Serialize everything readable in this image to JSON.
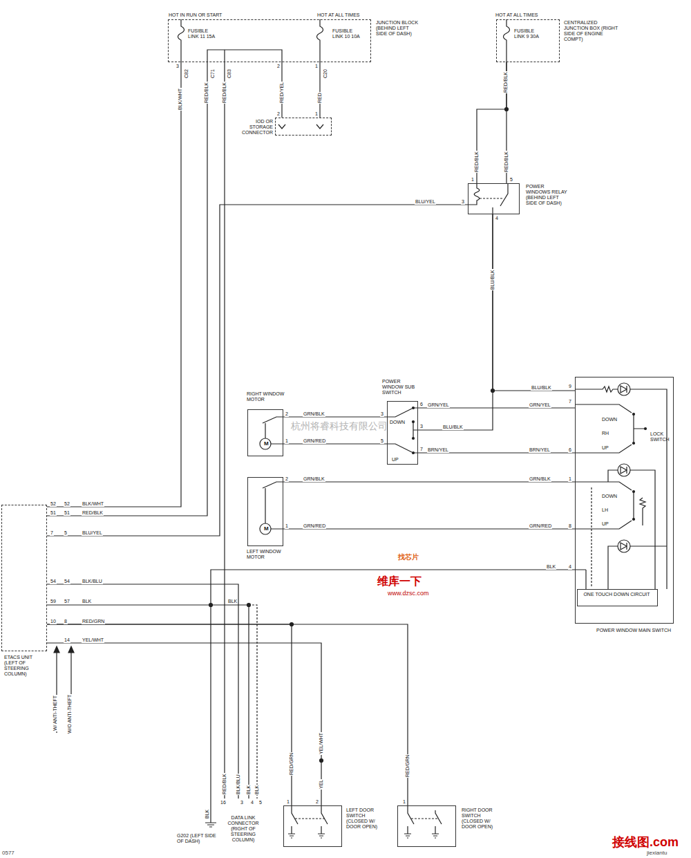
{
  "diagram": {
    "nodes": [
      {
        "text": [
          "HOT IN RUN OR START",
          "FUSIBLE LINK 11 15A",
          "HOT AT ALL TIMES",
          "FUSIBLE LINK 10 10A",
          "JUNCTION BLOCK (BEHIND LEFT SIDE OF DASH)"
        ]
      },
      {
        "text": [
          "IOD OR STORAGE CONNECTOR"
        ]
      },
      {
        "text": [
          "HOT AT ALL TIMES",
          "FUSIBLE LINK 9 30A",
          "CENTRALIZED JUNCTION BOX (RIGHT SIDE OF ENGINE COMPT)"
        ]
      },
      {
        "text": [
          "POWER WINDOWS RELAY (BEHIND LEFT SIDE OF DASH)"
        ]
      },
      {
        "text": [
          "RIGHT WINDOW MOTOR"
        ]
      },
      {
        "text": [
          "POWER WINDOW SUB SWITCH",
          "DOWN",
          "UP"
        ]
      },
      {
        "text": [
          "LEFT WINDOW MOTOR"
        ]
      },
      {
        "text": [
          "POWER WINDOW MAIN SWITCH",
          "DOWN",
          "RH",
          "UP",
          "LOCK SWITCH",
          "DOWN",
          "LH",
          "UP"
        ]
      },
      {
        "text": [
          "ONE TOUCH DOWN CIRCUIT"
        ],
        "in": 7
      },
      {
        "text": [
          "ETACS UNIT (LEFT OF STEERING COLUMN)"
        ]
      },
      {
        "text": [
          "DATA LINK CONNECTOR (RIGHT OF STEERING COLUMN)"
        ]
      },
      {
        "text": [
          "LEFT DOOR SWITCH (CLOSED W/ DOOR OPEN)"
        ]
      },
      {
        "text": [
          "RIGHT DOOR SWITCH (CLOSED W/ DOOR OPEN)"
        ]
      }
    ],
    "edges": [
      {
        "from": 0,
        "to": 9,
        "label": "BLK/WHT",
        "arrow": "none"
      },
      {
        "from": 0,
        "to": 9,
        "label": "RED/BLK",
        "arrow": "none"
      },
      {
        "from": 0,
        "to": 10,
        "label": "RED/BLK",
        "arrow": "none"
      },
      {
        "from": 0,
        "to": 1,
        "label": "RED/YEL",
        "arrow": "none"
      },
      {
        "from": 0,
        "to": 1,
        "label": "RED",
        "arrow": "none"
      },
      {
        "from": 2,
        "to": 3,
        "label": "RED/BLK",
        "arrow": "none"
      },
      {
        "from": 2,
        "to": 3,
        "label": "RED/BLK",
        "arrow": "none"
      },
      {
        "from": 3,
        "to": 9,
        "label": "BLU/YEL",
        "arrow": "none"
      },
      {
        "from": 3,
        "to": 7,
        "label": "BLU/BLK",
        "arrow": "none"
      },
      {
        "from": 3,
        "to": 5,
        "label": "BLU/BLK",
        "arrow": "none"
      },
      {
        "from": 4,
        "to": 5,
        "label": "GRN/BLK",
        "arrow": "none"
      },
      {
        "from": 4,
        "to": 5,
        "label": "GRN/RED",
        "arrow": "none"
      },
      {
        "from": 5,
        "to": 7,
        "label": "GRN/YEL",
        "arrow": "none"
      },
      {
        "from": 5,
        "to": 7,
        "label": "BRN/YEL",
        "arrow": "none"
      },
      {
        "from": 6,
        "to": 7,
        "label": "GRN/BLK",
        "arrow": "none"
      },
      {
        "from": 6,
        "to": 7,
        "label": "GRN/RED",
        "arrow": "none"
      },
      {
        "from": 9,
        "to": 10,
        "label": "BLK/BLU",
        "arrow": "none"
      },
      {
        "from": 9,
        "to": 10,
        "label": "BLK",
        "arrow": "none"
      },
      {
        "from": 9,
        "to": 11,
        "label": "RED/GRN",
        "arrow": "none"
      },
      {
        "from": 9,
        "to": 12,
        "label": "RED/GRN",
        "arrow": "none"
      },
      {
        "from": 9,
        "to": 11,
        "label": "YEL/WHT",
        "arrow": "none"
      }
    ],
    "labels": [
      "BLK/WHT",
      "RED/BLK",
      "3",
      "C82",
      "C71",
      "C83",
      "2",
      "1",
      "C20",
      "2",
      "1",
      "RED/BLK",
      "1",
      "5",
      "3",
      "4",
      "BLU/YEL",
      "BLU/BLK",
      "2",
      "1",
      "3",
      "5",
      "6",
      "3",
      "7",
      "GRN/YEL",
      "BRN/YEL",
      "2",
      "1",
      "GRN/BLK",
      "GRN/RED",
      "9",
      "7",
      "6",
      "1",
      "8",
      "4",
      "BLK",
      "52",
      "52",
      "51",
      "51",
      "7",
      "5",
      "54",
      "54",
      "59",
      "57",
      "10",
      "8",
      "14",
      "W/ ANTI-THEFT",
      "W/O ANTI-THEFT",
      "BLK",
      "BLK",
      "G202 (LEFT SIDE OF DASH)",
      "RED/BLK",
      "BLK/BLU",
      "BLK",
      "BLK",
      "16",
      "3",
      "4",
      "5",
      "RED/GRN",
      "YEL/WHT",
      "YEL",
      "1",
      "2",
      "1",
      "0577",
      "杭州将睿科技有限公司",
      "找芯片",
      "维库一下",
      "www.dzsc.com",
      "接线图.com",
      "jiexiantu",
      "M",
      "M"
    ]
  }
}
